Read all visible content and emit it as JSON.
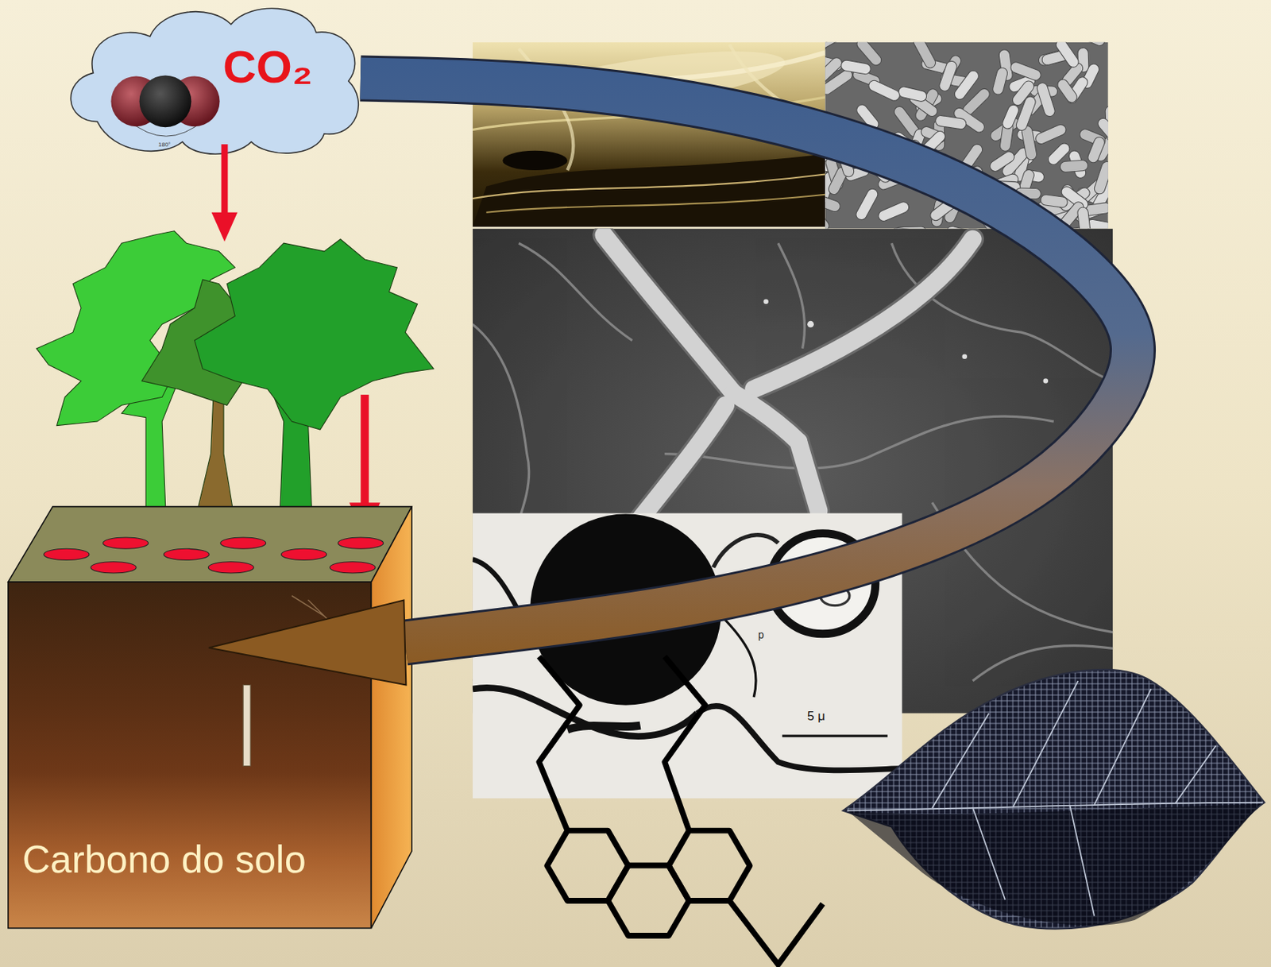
{
  "diagram": {
    "nodes": [
      {
        "text": [
          "CO₂"
        ]
      },
      {
        "text": [
          "Carbono do solo"
        ]
      }
    ],
    "edges": [
      {
        "from": 0,
        "to": 1,
        "arrow": "to"
      }
    ],
    "labels": [
      "180°",
      "5 μ",
      "p"
    ]
  }
}
